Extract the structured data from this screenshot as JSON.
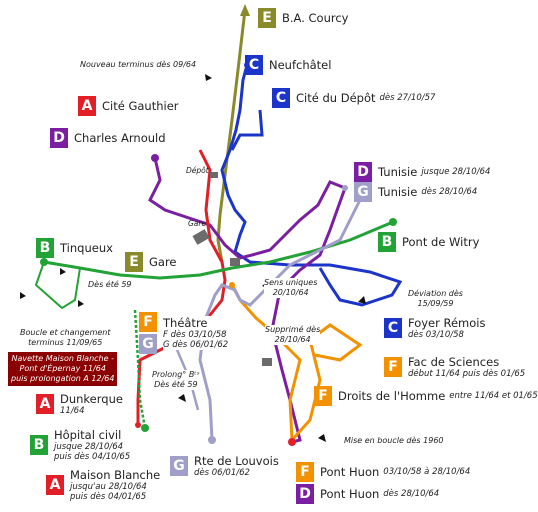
{
  "colors": {
    "A": "#e21f26",
    "B": "#23a236",
    "C": "#1b34c9",
    "D": "#7b1fa2",
    "E": "#8a8a2a",
    "F": "#f39200",
    "G": "#9f9fc9",
    "grey": "#6b6b6b"
  },
  "labels": {
    "e_coucy": {
      "letter": "E",
      "name": "B.A. Courcy"
    },
    "c_neufchatel": {
      "letter": "C",
      "name": "Neufchâtel"
    },
    "c_cite_depot": {
      "letter": "C",
      "name": "Cité du Dépôt",
      "sub": "dès 27/10/57"
    },
    "a_cite_gauthier": {
      "letter": "A",
      "name": "Cité Gauthier"
    },
    "d_charles_arnould": {
      "letter": "D",
      "name": "Charles Arnould"
    },
    "d_tunisie": {
      "letter": "D",
      "name": "Tunisie",
      "sub": "jusque 28/10/64"
    },
    "g_tunisie": {
      "letter": "G",
      "name": "Tunisie",
      "sub": "dès 28/10/64"
    },
    "b_tinqueux": {
      "letter": "B",
      "name": "Tinqueux"
    },
    "e_gare": {
      "letter": "E",
      "name": "Gare"
    },
    "b_pont_witry": {
      "letter": "B",
      "name": "Pont de Witry"
    },
    "c_foyer_remois": {
      "letter": "C",
      "name": "Foyer Rémois",
      "sub": "dès 03/10/58"
    },
    "f_fac_sciences": {
      "letter": "F",
      "name": "Fac de Sciences",
      "sub": "début 11/64 puis dès 01/65"
    },
    "f_droits_homme": {
      "letter": "F",
      "name": "Droits de l'Homme",
      "sub": "entre 11/64 et 01/65"
    },
    "fg_theatre": {
      "name": "Théâtre",
      "f_line": "F dès 03/10/58",
      "g_line": "G dès 06/01/62"
    },
    "a_dunkerque": {
      "letter": "A",
      "name": "Dunkerque",
      "sub": "11/64"
    },
    "b_hopital": {
      "letter": "B",
      "name": "Hôpital civil",
      "sub1": "jusque 28/10/64",
      "sub2": "puis dès 04/10/65"
    },
    "a_maison_blanche": {
      "letter": "A",
      "name": "Maison Blanche",
      "sub1": "jusqu'au 28/10/64",
      "sub2": "puis dès 04/01/65"
    },
    "g_louvois": {
      "letter": "G",
      "name": "Rte de Louvois",
      "sub": "dès 06/01/62"
    },
    "f_pont_huon": {
      "letter": "F",
      "name": "Pont Huon",
      "sub": "03/10/58 à 28/10/64"
    },
    "d_pont_huon": {
      "letter": "D",
      "name": "Pont Huon",
      "sub": "dès 28/10/64"
    }
  },
  "notes": {
    "nouveau_terminus": "Nouveau terminus dès 09/64",
    "depot": "Dépôt",
    "gare_stop": "Gare",
    "des_ete": "Dès été 59",
    "boucle_1": "Boucle et changement",
    "boucle_2": "terminus 11/09/65",
    "navette_1": "Navette Maison Blanche -",
    "navette_2": "Pont d'Épernay 11/64",
    "navette_3": "puis prolongation A 12/64",
    "sens_1": "Sens uniques",
    "sens_2": "20/10/64",
    "deviation_1": "Déviation dès",
    "deviation_2": "15/09/59",
    "supprime_1": "Supprimé dès",
    "supprime_2": "28/10/64",
    "prolong_1": "Prolong° Bᵗˢ",
    "prolong_2": "Dès été 59",
    "boucle_1960": "Mise en boucle dès 1960"
  }
}
